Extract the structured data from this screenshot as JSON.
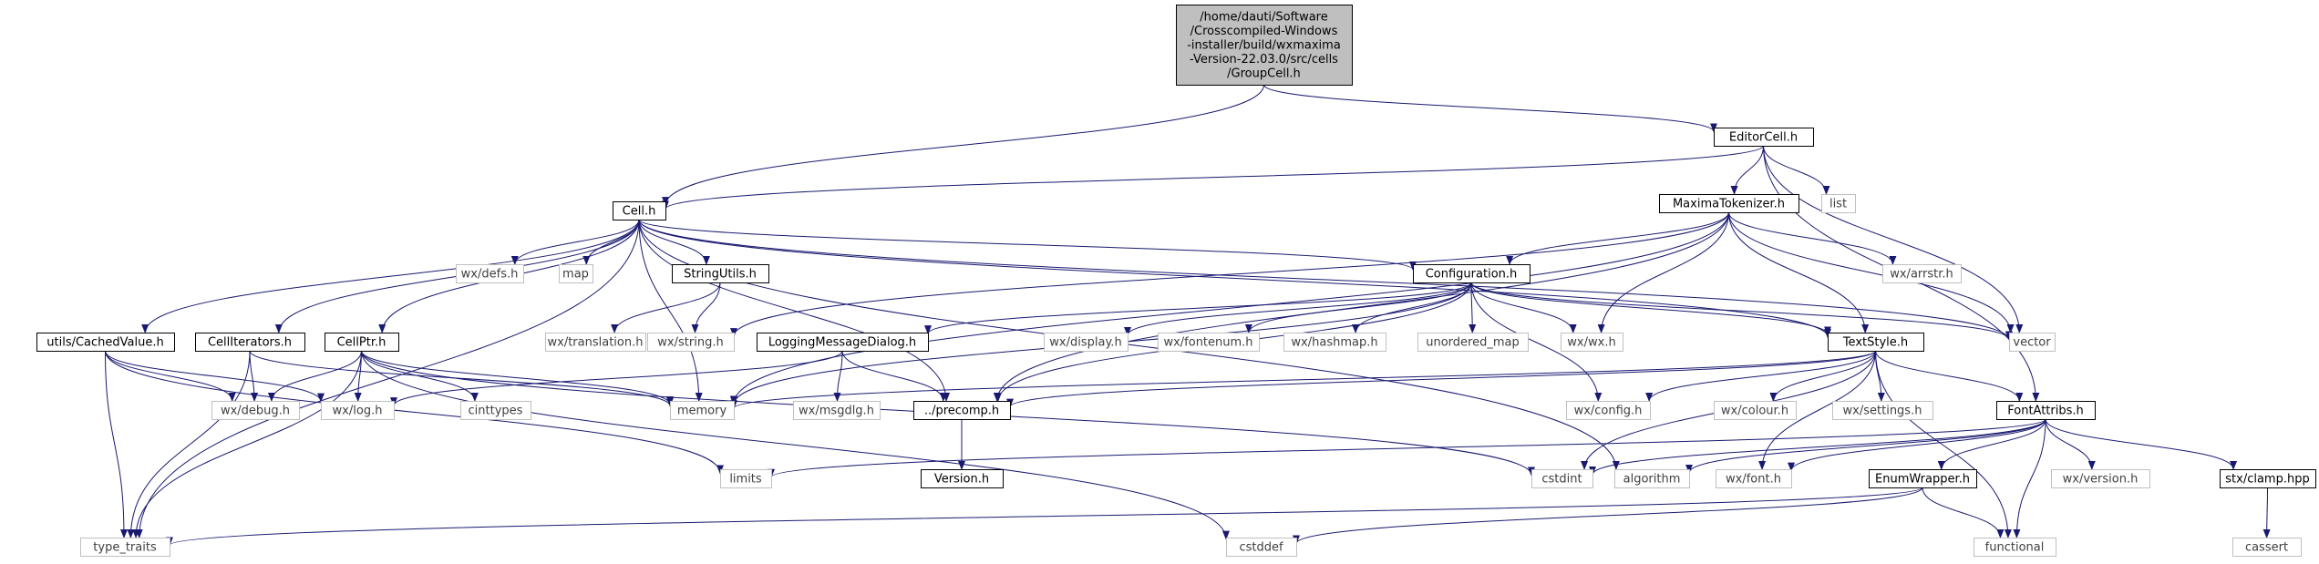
{
  "graph": {
    "nodes": {
      "main": {
        "kind": "main",
        "lines": [
          "/home/dauti/Software",
          "/Crosscompiled-Windows",
          "-installer/build/wxmaxima",
          "-Version-22.03.0/src/cells",
          "/GroupCell.h"
        ]
      },
      "editorcell": {
        "kind": "local",
        "lines": [
          "EditorCell.h"
        ]
      },
      "cell": {
        "kind": "local",
        "lines": [
          "Cell.h"
        ]
      },
      "list": {
        "kind": "system",
        "lines": [
          "list"
        ]
      },
      "maximatok": {
        "kind": "local",
        "lines": [
          "MaximaTokenizer.h"
        ]
      },
      "wxdefs": {
        "kind": "system",
        "lines": [
          "wx/defs.h"
        ]
      },
      "map": {
        "kind": "system",
        "lines": [
          "map"
        ]
      },
      "stringutils": {
        "kind": "local",
        "lines": [
          "StringUtils.h"
        ]
      },
      "configuration": {
        "kind": "local",
        "lines": [
          "Configuration.h"
        ]
      },
      "wxarrstr": {
        "kind": "system",
        "lines": [
          "wx/arrstr.h"
        ]
      },
      "wxtranslation": {
        "kind": "system",
        "lines": [
          "wx/translation.h"
        ]
      },
      "wxstring": {
        "kind": "system",
        "lines": [
          "wx/string.h"
        ]
      },
      "cachedvalue": {
        "kind": "local",
        "lines": [
          "utils/CachedValue.h"
        ]
      },
      "celliterators": {
        "kind": "local",
        "lines": [
          "CellIterators.h"
        ]
      },
      "cellptr": {
        "kind": "local",
        "lines": [
          "CellPtr.h"
        ]
      },
      "loggingdlg": {
        "kind": "local",
        "lines": [
          "LoggingMessageDialog.h"
        ]
      },
      "wxdisplay": {
        "kind": "system",
        "lines": [
          "wx/display.h"
        ]
      },
      "wxfontenum": {
        "kind": "system",
        "lines": [
          "wx/fontenum.h"
        ]
      },
      "wxhashmap": {
        "kind": "system",
        "lines": [
          "wx/hashmap.h"
        ]
      },
      "unorderedmap": {
        "kind": "system",
        "lines": [
          "unordered_map"
        ]
      },
      "wxwx": {
        "kind": "system",
        "lines": [
          "wx/wx.h"
        ]
      },
      "textstyle": {
        "kind": "local",
        "lines": [
          "TextStyle.h"
        ]
      },
      "vector": {
        "kind": "system",
        "lines": [
          "vector"
        ]
      },
      "wxdebug": {
        "kind": "system",
        "lines": [
          "wx/debug.h"
        ]
      },
      "wxlog": {
        "kind": "system",
        "lines": [
          "wx/log.h"
        ]
      },
      "cinttypes": {
        "kind": "system",
        "lines": [
          "cinttypes"
        ]
      },
      "memory": {
        "kind": "system",
        "lines": [
          "memory"
        ]
      },
      "wxmsgdlg": {
        "kind": "system",
        "lines": [
          "wx/msgdlg.h"
        ]
      },
      "precomp": {
        "kind": "local",
        "lines": [
          "../precomp.h"
        ]
      },
      "wxconfig": {
        "kind": "system",
        "lines": [
          "wx/config.h"
        ]
      },
      "wxcolour": {
        "kind": "system",
        "lines": [
          "wx/colour.h"
        ]
      },
      "wxsettings": {
        "kind": "system",
        "lines": [
          "wx/settings.h"
        ]
      },
      "fontattribs": {
        "kind": "local",
        "lines": [
          "FontAttribs.h"
        ]
      },
      "limits": {
        "kind": "system",
        "lines": [
          "limits"
        ]
      },
      "version": {
        "kind": "local",
        "lines": [
          "Version.h"
        ]
      },
      "cstdint": {
        "kind": "system",
        "lines": [
          "cstdint"
        ]
      },
      "algorithm": {
        "kind": "system",
        "lines": [
          "algorithm"
        ]
      },
      "wxfont": {
        "kind": "system",
        "lines": [
          "wx/font.h"
        ]
      },
      "enumwrapper": {
        "kind": "local",
        "lines": [
          "EnumWrapper.h"
        ]
      },
      "wxversion": {
        "kind": "system",
        "lines": [
          "wx/version.h"
        ]
      },
      "stxclamp": {
        "kind": "local",
        "lines": [
          "stx/clamp.hpp"
        ]
      },
      "typetraits": {
        "kind": "system",
        "lines": [
          "type_traits"
        ]
      },
      "cstddef": {
        "kind": "system",
        "lines": [
          "cstddef"
        ]
      },
      "functional": {
        "kind": "system",
        "lines": [
          "functional"
        ]
      },
      "cassert": {
        "kind": "system",
        "lines": [
          "cassert"
        ]
      }
    },
    "edges": [
      [
        "main",
        "cell"
      ],
      [
        "main",
        "editorcell"
      ],
      [
        "editorcell",
        "cell"
      ],
      [
        "editorcell",
        "list"
      ],
      [
        "editorcell",
        "maximatok"
      ],
      [
        "editorcell",
        "vector"
      ],
      [
        "editorcell",
        "fontattribs"
      ],
      [
        "cell",
        "wxdefs"
      ],
      [
        "cell",
        "map"
      ],
      [
        "cell",
        "stringutils"
      ],
      [
        "cell",
        "configuration"
      ],
      [
        "cell",
        "cachedvalue"
      ],
      [
        "cell",
        "celliterators"
      ],
      [
        "cell",
        "cellptr"
      ],
      [
        "cell",
        "memory"
      ],
      [
        "cell",
        "precomp"
      ],
      [
        "cell",
        "textstyle"
      ],
      [
        "cell",
        "vector"
      ],
      [
        "cell",
        "typetraits"
      ],
      [
        "cell",
        "algorithm"
      ],
      [
        "maximatok",
        "configuration"
      ],
      [
        "maximatok",
        "wxarrstr"
      ],
      [
        "maximatok",
        "vector"
      ],
      [
        "maximatok",
        "textstyle"
      ],
      [
        "maximatok",
        "wxwx"
      ],
      [
        "maximatok",
        "wxstring"
      ],
      [
        "maximatok",
        "precomp"
      ],
      [
        "maximatok",
        "memory"
      ],
      [
        "stringutils",
        "wxtranslation"
      ],
      [
        "stringutils",
        "wxstring"
      ],
      [
        "configuration",
        "loggingdlg"
      ],
      [
        "configuration",
        "wxdisplay"
      ],
      [
        "configuration",
        "wxfontenum"
      ],
      [
        "configuration",
        "wxhashmap"
      ],
      [
        "configuration",
        "unorderedmap"
      ],
      [
        "configuration",
        "wxwx"
      ],
      [
        "configuration",
        "textstyle"
      ],
      [
        "configuration",
        "vector"
      ],
      [
        "configuration",
        "precomp"
      ],
      [
        "configuration",
        "wxconfig"
      ],
      [
        "configuration",
        "memory"
      ],
      [
        "cachedvalue",
        "wxdebug"
      ],
      [
        "cachedvalue",
        "wxlog"
      ],
      [
        "cachedvalue",
        "typetraits"
      ],
      [
        "cachedvalue",
        "limits"
      ],
      [
        "celliterators",
        "wxdebug"
      ],
      [
        "celliterators",
        "typetraits"
      ],
      [
        "celliterators",
        "memory"
      ],
      [
        "cellptr",
        "wxdebug"
      ],
      [
        "cellptr",
        "wxlog"
      ],
      [
        "cellptr",
        "cinttypes"
      ],
      [
        "cellptr",
        "memory"
      ],
      [
        "cellptr",
        "cstddef"
      ],
      [
        "cellptr",
        "typetraits"
      ],
      [
        "cellptr",
        "cstdint"
      ],
      [
        "loggingdlg",
        "wxlog"
      ],
      [
        "loggingdlg",
        "wxmsgdlg"
      ],
      [
        "loggingdlg",
        "precomp"
      ],
      [
        "textstyle",
        "memory"
      ],
      [
        "textstyle",
        "precomp"
      ],
      [
        "textstyle",
        "wxconfig"
      ],
      [
        "textstyle",
        "wxcolour"
      ],
      [
        "textstyle",
        "wxsettings"
      ],
      [
        "textstyle",
        "fontattribs"
      ],
      [
        "textstyle",
        "cstdint"
      ],
      [
        "textstyle",
        "wxfont"
      ],
      [
        "textstyle",
        "functional"
      ],
      [
        "precomp",
        "version"
      ],
      [
        "fontattribs",
        "limits"
      ],
      [
        "fontattribs",
        "cstdint"
      ],
      [
        "fontattribs",
        "algorithm"
      ],
      [
        "fontattribs",
        "wxfont"
      ],
      [
        "fontattribs",
        "enumwrapper"
      ],
      [
        "fontattribs",
        "wxversion"
      ],
      [
        "fontattribs",
        "stxclamp"
      ],
      [
        "fontattribs",
        "functional"
      ],
      [
        "enumwrapper",
        "typetraits"
      ],
      [
        "enumwrapper",
        "cstddef"
      ],
      [
        "enumwrapper",
        "functional"
      ],
      [
        "stxclamp",
        "cassert"
      ]
    ]
  }
}
